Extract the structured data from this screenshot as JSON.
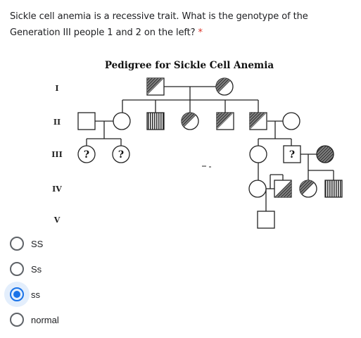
{
  "question": {
    "text": "Sickle cell anemia is a recessive trait. What is the genotype of the Generation III people 1 and 2 on the left?",
    "required_marker": "*"
  },
  "pedigree": {
    "title": "Pedigree for Sickle Cell Anemia",
    "generations": [
      "I",
      "II",
      "III",
      "IV",
      "V"
    ],
    "unknown_marker": "?"
  },
  "options": [
    {
      "label": "SS",
      "selected": false
    },
    {
      "label": "Ss",
      "selected": false
    },
    {
      "label": "ss",
      "selected": true
    },
    {
      "label": "normal",
      "selected": false
    }
  ],
  "colors": {
    "accent": "#1a73e8",
    "required": "#d93025",
    "radio_border": "#5f6368"
  }
}
